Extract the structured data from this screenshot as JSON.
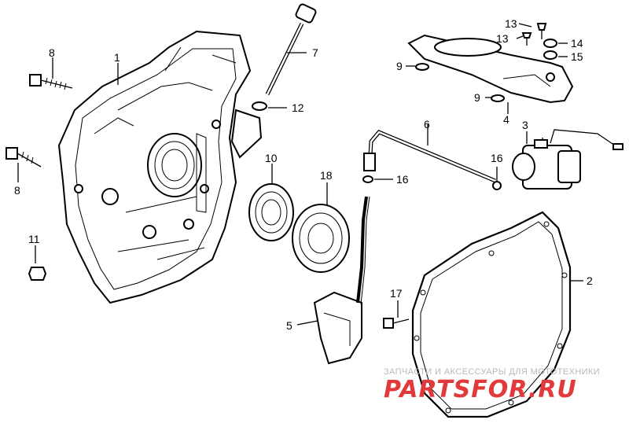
{
  "diagram": {
    "callouts": [
      "1",
      "2",
      "3",
      "4",
      "5",
      "6",
      "7",
      "8",
      "8",
      "9",
      "9",
      "10",
      "11",
      "12",
      "13",
      "13",
      "14",
      "15",
      "16",
      "16",
      "17",
      "18"
    ]
  },
  "watermark": {
    "tagline": "ЗАПЧАСТИ И АКСЕССУАРЫ ДЛЯ МОТОТЕХНИКИ",
    "brand": "PARTSFOR.RU",
    "color": "#e23a3a"
  }
}
